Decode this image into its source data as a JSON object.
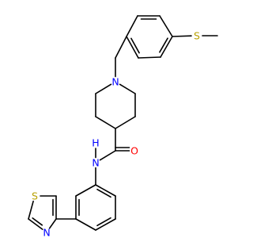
{
  "molecule": {
    "colors": {
      "carbon_bond": "#000000",
      "N": "#0000ff",
      "O": "#ff0000",
      "S": "#b8a000",
      "background": "#ffffff"
    },
    "atoms": [
      {
        "id": "S_methyl",
        "element": "S",
        "label": "S"
      },
      {
        "id": "N_piperidine",
        "element": "N",
        "label": "N"
      },
      {
        "id": "O_carbonyl",
        "element": "O",
        "label": "O"
      },
      {
        "id": "N_amide",
        "element": "N",
        "label": "N"
      },
      {
        "id": "H_amide",
        "element": "H",
        "label": "H"
      },
      {
        "id": "S_thiazole",
        "element": "S",
        "label": "S"
      },
      {
        "id": "N_thiazole",
        "element": "N",
        "label": "N"
      }
    ]
  }
}
